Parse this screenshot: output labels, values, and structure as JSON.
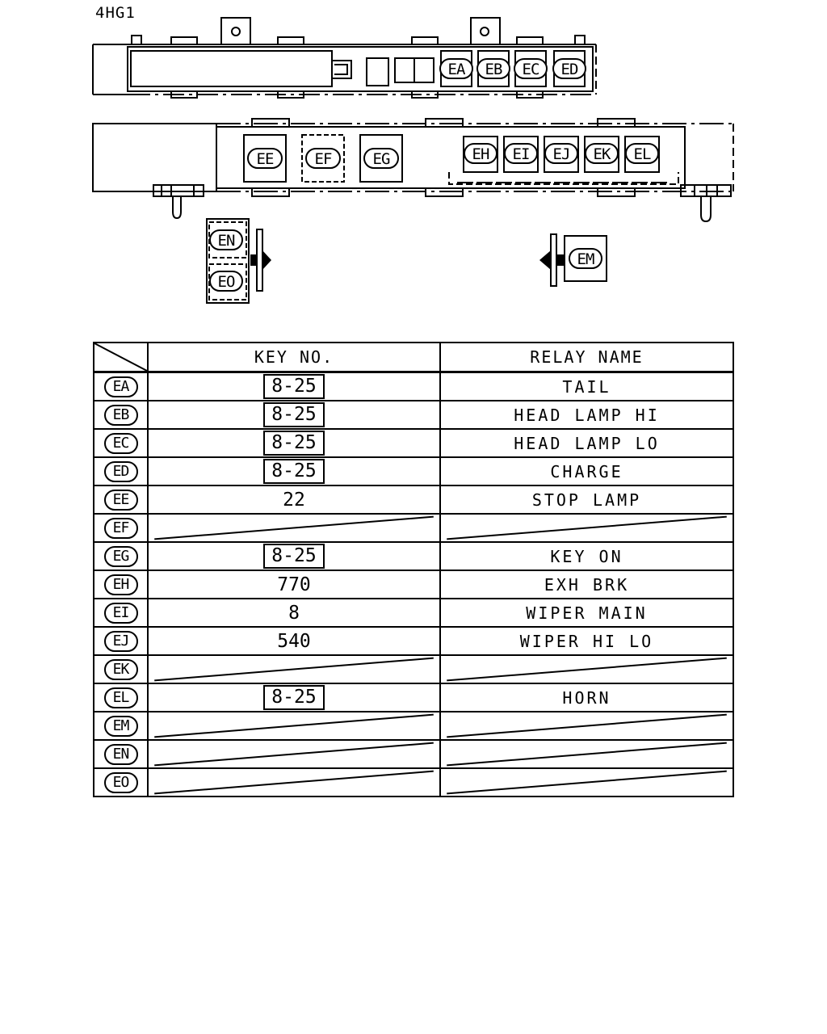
{
  "model": "4HG1",
  "diagram": {
    "row1": [
      "EA",
      "EB",
      "EC",
      "ED"
    ],
    "row2_large": [
      "EE",
      "EF",
      "EG"
    ],
    "row2_small": [
      "EH",
      "EI",
      "EJ",
      "EK",
      "EL"
    ],
    "left_bracket": [
      "EN",
      "EO"
    ],
    "right_bracket": [
      "EM"
    ]
  },
  "table": {
    "headers": {
      "key_no": "KEY NO.",
      "relay_name": "RELAY NAME"
    },
    "rows": [
      {
        "id": "EA",
        "key": "8-25",
        "boxed": true,
        "name": "TAIL"
      },
      {
        "id": "EB",
        "key": "8-25",
        "boxed": true,
        "name": "HEAD LAMP HI"
      },
      {
        "id": "EC",
        "key": "8-25",
        "boxed": true,
        "name": "HEAD LAMP LO"
      },
      {
        "id": "ED",
        "key": "8-25",
        "boxed": true,
        "name": "CHARGE"
      },
      {
        "id": "EE",
        "key": "22",
        "boxed": false,
        "name": "STOP LAMP"
      },
      {
        "id": "EF",
        "key": "",
        "boxed": false,
        "name": ""
      },
      {
        "id": "EG",
        "key": "8-25",
        "boxed": true,
        "name": "KEY ON"
      },
      {
        "id": "EH",
        "key": "770",
        "boxed": false,
        "name": "EXH BRK"
      },
      {
        "id": "EI",
        "key": "8",
        "boxed": false,
        "name": "WIPER MAIN"
      },
      {
        "id": "EJ",
        "key": "540",
        "boxed": false,
        "name": "WIPER HI LO"
      },
      {
        "id": "EK",
        "key": "",
        "boxed": false,
        "name": ""
      },
      {
        "id": "EL",
        "key": "8-25",
        "boxed": true,
        "name": "HORN"
      },
      {
        "id": "EM",
        "key": "",
        "boxed": false,
        "name": ""
      },
      {
        "id": "EN",
        "key": "",
        "boxed": false,
        "name": ""
      },
      {
        "id": "EO",
        "key": "",
        "boxed": false,
        "name": ""
      }
    ]
  }
}
